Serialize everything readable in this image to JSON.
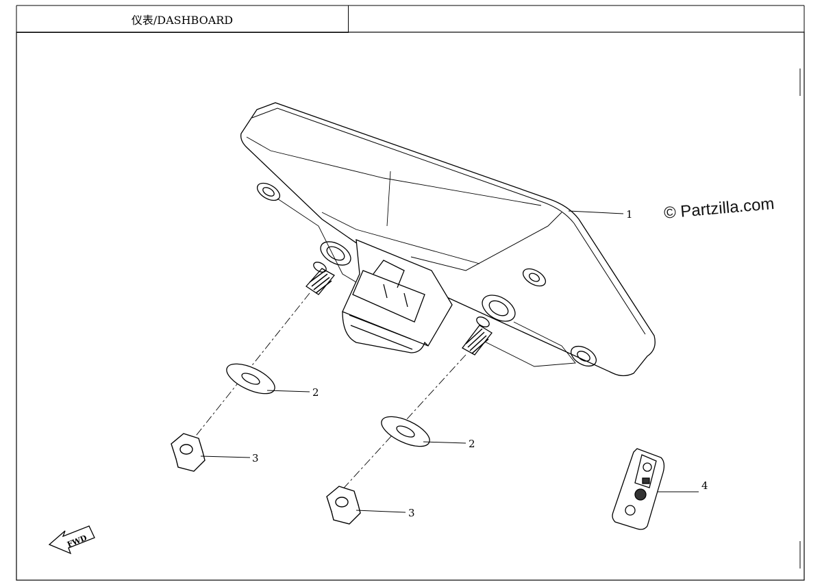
{
  "title": "仪表/DASHBOARD",
  "watermark": "© Partzilla.com",
  "direction_label": "FWD",
  "callouts": [
    {
      "label": "1",
      "part": "dashboard-unit"
    },
    {
      "label": "2",
      "part": "washer-left"
    },
    {
      "label": "3",
      "part": "nut-left"
    },
    {
      "label": "2",
      "part": "washer-right"
    },
    {
      "label": "3",
      "part": "nut-right"
    },
    {
      "label": "4",
      "part": "switch-button"
    }
  ]
}
